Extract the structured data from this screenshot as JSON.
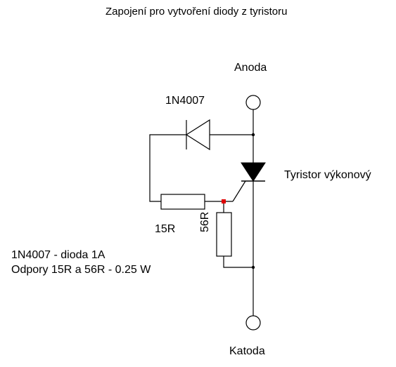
{
  "title": "Zapojení pro vytvoření diody z tyristoru",
  "terminals": {
    "anode": "Anoda",
    "cathode": "Katoda"
  },
  "components": {
    "diode": "1N4007",
    "thyristor": "Tyristor výkonový",
    "resistor_gate": "15R",
    "resistor_shunt": "56R"
  },
  "notes": [
    "1N4007 - dioda 1A",
    "Odpory 15R a 56R - 0.25 W"
  ],
  "colors": {
    "wire": "#000000",
    "junction_highlight": "#e00000",
    "background": "#ffffff"
  }
}
